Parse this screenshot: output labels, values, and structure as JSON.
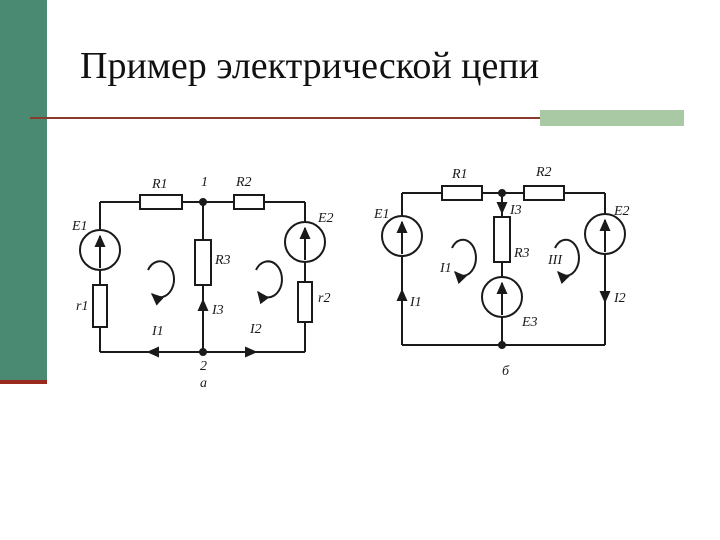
{
  "slide": {
    "title": "Пример электрической цепи",
    "colors": {
      "accent": "#4a8a72",
      "rule": "#8a3b2e",
      "block": "#a9c9a4",
      "ink": "#1a1a1a"
    }
  },
  "circuit_a": {
    "caption": "а",
    "labels": {
      "R1": "R1",
      "R2": "R2",
      "R3": "R3",
      "E1": "E1",
      "E2": "E2",
      "r1": "r1",
      "r2": "r2",
      "I1": "I1",
      "I2": "I2",
      "I3": "I3",
      "node1": "1",
      "node2": "2"
    }
  },
  "circuit_b": {
    "caption": "б",
    "labels": {
      "R1": "R1",
      "R2": "R2",
      "R3": "R3",
      "E1": "E1",
      "E2": "E2",
      "E3": "E3",
      "I1": "I1",
      "I2": "I2",
      "I3": "I3",
      "loop1": "I1",
      "loop2": "III"
    }
  }
}
